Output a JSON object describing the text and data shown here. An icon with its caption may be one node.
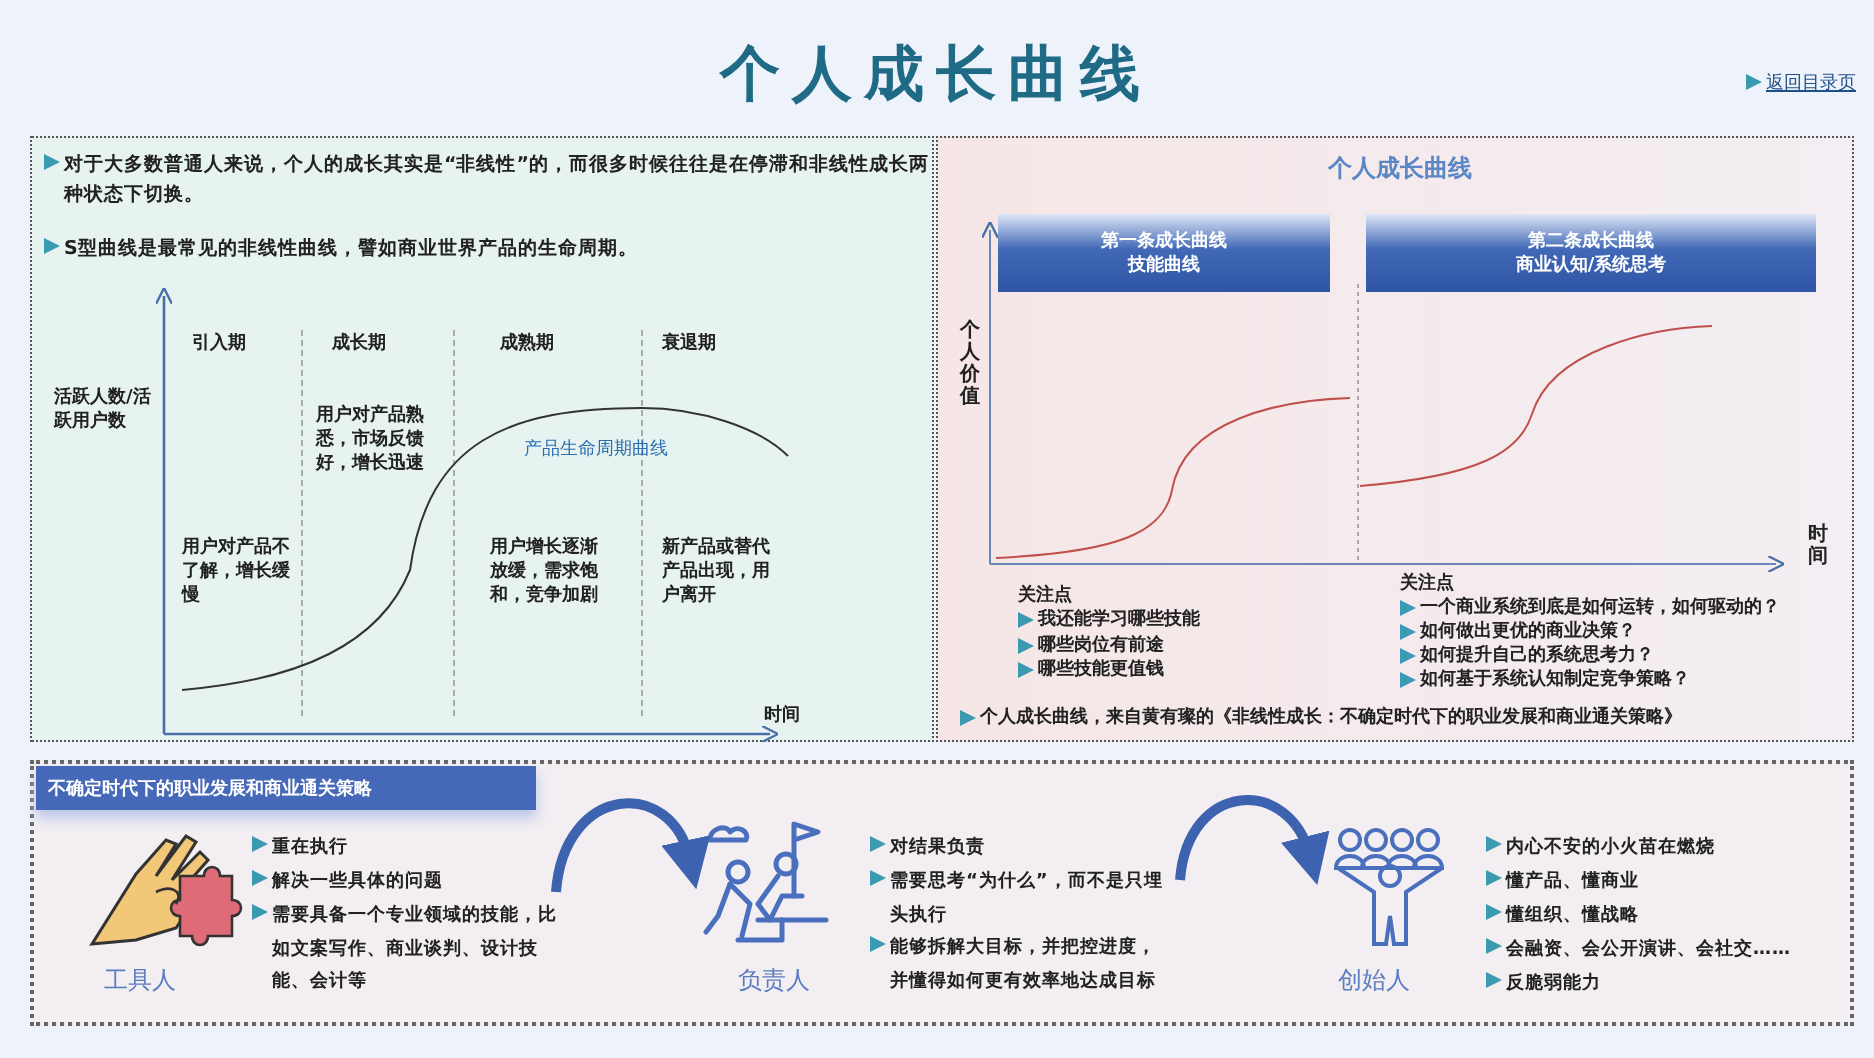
{
  "diagram": {
    "title": "个人成长曲线",
    "nodes": [
      {
        "text": [
          "第一条成长曲线",
          "技能曲线"
        ]
      },
      {
        "text": [
          "第二条成长曲线",
          "商业认知/系统思考"
        ]
      },
      {
        "text": [
          "不确定时代下的职业发展和商业通关策略"
        ]
      },
      {
        "text": [
          "工具人",
          "重在执行",
          "解决一些具体的问题",
          "需要具备一个专业领域的技能，比如文案写作、商业谈判、设计技能、会计等"
        ]
      },
      {
        "text": [
          "负责人",
          "对结果负责",
          "需要思考“为什么”，而不是只埋头执行",
          "能够拆解大目标，并把控进度，并懂得如何更有效率地达成目标"
        ]
      },
      {
        "text": [
          "创始人",
          "内心不安的小火苗在燃烧",
          "懂产品、懂商业",
          "懂组织、懂战略",
          "会融资、会公开演讲、会社交……",
          "反脆弱能力"
        ]
      }
    ],
    "edges": [
      {
        "from": 3,
        "to": 4,
        "arrow": "to"
      },
      {
        "from": 4,
        "to": 5,
        "arrow": "to"
      }
    ],
    "labels": [
      "返回目录页",
      "对于大多数普通人来说，个人的成长其实是“非线性”的，而很多时候往往是在停滞和非线性成长两种状态下切换。",
      "S型曲线是最常见的非线性曲线，譬如商业世界产品的生命周期。",
      "引入期",
      "成长期",
      "成熟期",
      "衰退期",
      "活跃人数/活跃用户数",
      "用户对产品不了解，增长缓慢",
      "用户对产品熟悉，市场反馈好，增长迅速",
      "用户增长逐渐放缓，需求饱和，竞争加剧",
      "新产品或替代产品出现，用户离开",
      "产品生命周期曲线",
      "时间",
      "个人成长曲线",
      "个人价值",
      "时间",
      "关注点",
      "我还能学习哪些技能",
      "哪些岗位有前途",
      "哪些技能更值钱",
      "关注点",
      "一个商业系统到底是如何运转，如何驱动的？",
      "如何做出更优的商业决策？",
      "如何提升自己的系统思考力？",
      "如何基于系统认知制定竞争策略？",
      "个人成长曲线，来自黄有璨的《非线性成长：不确定时代下的职业发展和商业通关策略》"
    ]
  }
}
